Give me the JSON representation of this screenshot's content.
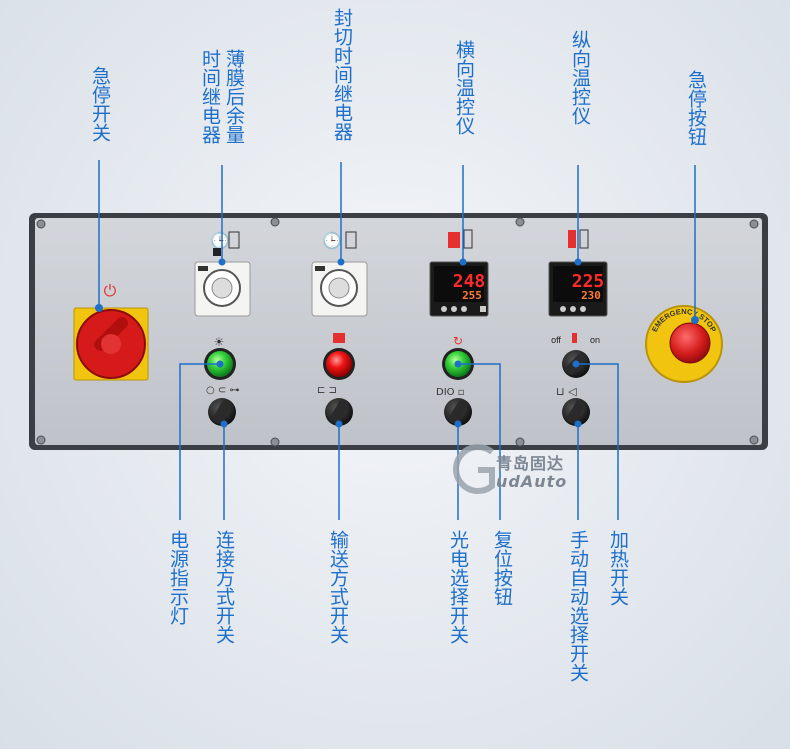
{
  "labels_top": {
    "emergency_switch": "急停开关",
    "film_delay_relay": "薄膜后余量",
    "film_delay_relay_b": "时间继电器",
    "seal_time_relay": "封切时间继电器",
    "horizontal_temp": "横向温控仪",
    "vertical_temp": "纵向温控仪",
    "emergency_button": "急停按钮"
  },
  "labels_bottom": {
    "power_light": "电源指示灯",
    "connection_switch": "连接方式开关",
    "conveyor_switch": "输送方式开关",
    "photo_switch": "光电选择开关",
    "reset_button": "复位按钮",
    "manual_auto_switch": "手动自动选择开关",
    "heat_switch": "加热开关"
  },
  "displays": {
    "horizontal_pv": "248",
    "horizontal_sv": "255",
    "vertical_pv": "225",
    "vertical_sv": "230"
  },
  "estop_ring_text": "EMERGENCY STOP",
  "heat_off": "off",
  "heat_on": "on",
  "watermark": {
    "cn": "青岛固达",
    "en": "udAuto"
  },
  "colors": {
    "label_blue": "#1e6fc9",
    "panel": "#c9ccd1",
    "display_red": "#ff2a2a"
  }
}
